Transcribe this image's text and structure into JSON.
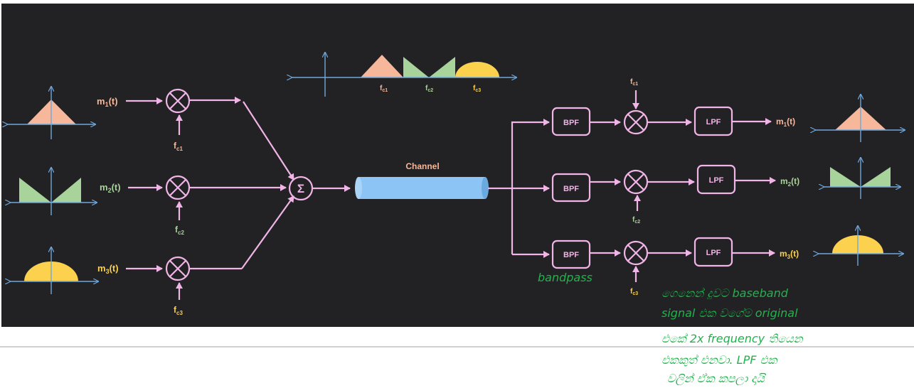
{
  "colors": {
    "background": "#222224",
    "signal_path": "#f0b4e6",
    "axis": "#6fa8dc",
    "m1": "#f7b79a",
    "m2": "#a8d39a",
    "m3": "#fcd14d",
    "channel": "#8cc4f5",
    "annotation": "#22b14c"
  },
  "inputs": [
    {
      "label_base": "m",
      "label_sub": "1",
      "label_end": "(t)",
      "carrier_base": "f",
      "carrier_sub": "c1"
    },
    {
      "label_base": "m",
      "label_sub": "2",
      "label_end": "(t)",
      "carrier_base": "f",
      "carrier_sub": "c2"
    },
    {
      "label_base": "m",
      "label_sub": "3",
      "label_end": "(t)",
      "carrier_base": "f",
      "carrier_sub": "c3"
    }
  ],
  "summer_symbol": "Σ",
  "mixer_symbol": "⊗",
  "channel_label": "Channel",
  "spectrum_labels": [
    {
      "base": "f",
      "sub": "c1"
    },
    {
      "base": "f",
      "sub": "c2"
    },
    {
      "base": "f",
      "sub": "c3"
    }
  ],
  "receiver": {
    "bpf_label": "BPF",
    "lpf_label": "LPF",
    "outputs": [
      {
        "base": "m",
        "sub": "1",
        "end": "(t)"
      },
      {
        "base": "m",
        "sub": "2",
        "end": "(t)"
      },
      {
        "base": "m",
        "sub": "3",
        "end": "(t)"
      }
    ],
    "carriers": [
      {
        "base": "f",
        "sub": "c1"
      },
      {
        "base": "f",
        "sub": "c2"
      },
      {
        "base": "f",
        "sub": "c3"
      }
    ]
  },
  "annotations": {
    "bandpass": "bandpass",
    "note_lines": [
      "ගෙනෙන් දුවට baseband",
      "signal එක වගේම original",
      "එකේ 2x frequency තියෙන",
      "එකකුත් එනවා. LPF එක",
      "වලින් ඒක කපලා දායි"
    ]
  }
}
